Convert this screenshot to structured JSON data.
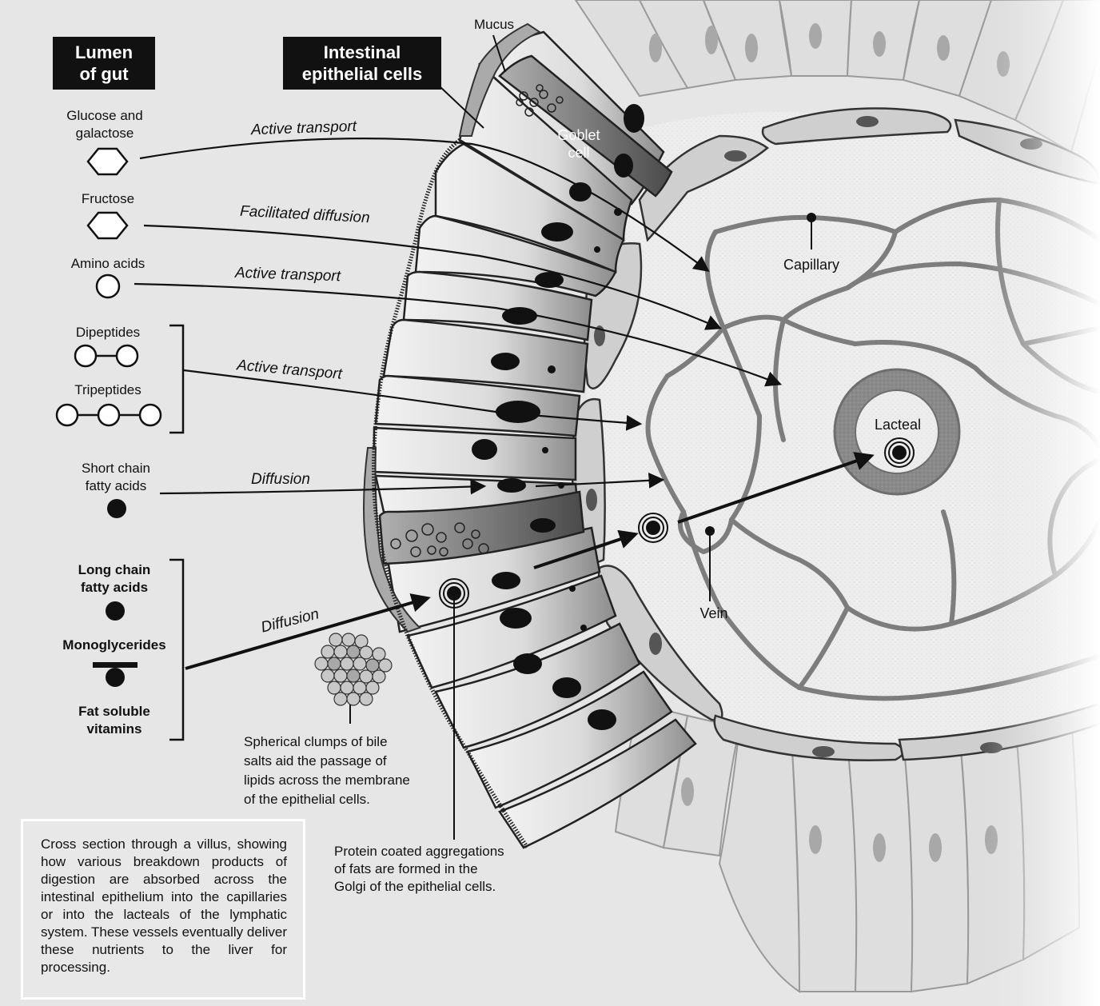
{
  "headers": {
    "lumen": [
      "Lumen",
      "of gut"
    ],
    "epithelial": [
      "Intestinal",
      "epithelial cells"
    ]
  },
  "labels": {
    "mucus": "Mucus",
    "goblet": [
      "Goblet",
      "cell"
    ],
    "capillary": "Capillary",
    "lacteal": "Lacteal",
    "vein": "Vein"
  },
  "nutrients": {
    "glucose": [
      "Glucose and",
      "galactose"
    ],
    "fructose": "Fructose",
    "amino": "Amino acids",
    "dipeptides": "Dipeptides",
    "tripeptides": "Tripeptides",
    "scfa": [
      "Short chain",
      "fatty acids"
    ],
    "lcfa": [
      "Long chain",
      "fatty acids"
    ],
    "monoglycerides": "Monoglycerides",
    "vitamins": [
      "Fat soluble",
      "vitamins"
    ]
  },
  "transport": {
    "active1": "Active transport",
    "facilitated": "Facilitated diffusion",
    "active2": "Active transport",
    "active3": "Active transport",
    "diffusion1": "Diffusion",
    "diffusion2": "Diffusion"
  },
  "notes": {
    "bile": [
      "Spherical clumps of bile",
      "salts aid the passage of",
      "lipids across the membrane",
      "of the epithelial cells."
    ],
    "protein": [
      "Protein coated aggregations",
      "of fats are formed in the",
      "Golgi of the epithelial cells."
    ]
  },
  "caption": "Cross section through a villus, showing how various breakdown products of digestion are absorbed across the intestinal epithelium into the capillaries or into the lacteals of the lymphatic system. These vessels eventually deliver these nutrients to the liver for processing.",
  "colors": {
    "background": "#e6e6e6",
    "cell_fill": "#e9e9e9",
    "vessel": "#7d7d7d",
    "nucleus": "#111111",
    "lacteal_ring": "#8a8a8a"
  }
}
